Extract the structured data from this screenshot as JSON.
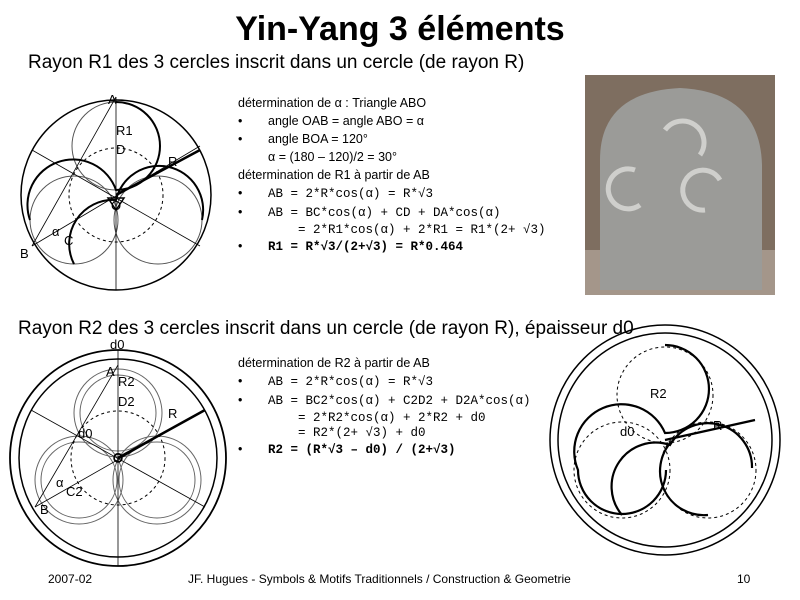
{
  "title": "Yin-Yang 3 éléments",
  "section1": {
    "subtitle": "Rayon R1 des 3 cercles inscrit dans un cercle (de rayon R)",
    "lines": [
      "détermination de α : Triangle ABO",
      "angle OAB = angle ABO = α",
      "angle BOA = 120°",
      "α = (180 – 120)/2 = 30°",
      "détermination de R1 à partir de AB",
      "AB = 2*R*cos(α) = R*√3",
      "AB = BC*cos(α) + CD + DA*cos(α)",
      "= 2*R1*cos(α) + 2*R1 = R1*(2+ √3)",
      "R1 = R*√3/(2+√3) = R*0.464"
    ],
    "labels": {
      "A": "A",
      "R1": "R1",
      "D": "D",
      "R": "R",
      "O": "O",
      "alpha": "α",
      "C": "C",
      "B": "B"
    }
  },
  "section2": {
    "subtitle": "Rayon R2 des 3 cercles inscrit dans un cercle (de rayon R), épaisseur d0",
    "lines": [
      "détermination de R2 à partir de AB",
      "AB = 2*R*cos(α) = R*√3",
      "AB = BC2*cos(α) + C2D2 + D2A*cos(α)",
      "= 2*R2*cos(α) + 2*R2 + d0",
      "= R2*(2+ √3) + d0",
      "R2 = (R*√3 – d0) / (2+√3)"
    ],
    "labels": {
      "d0top": "d0",
      "A": "A",
      "R2": "R2",
      "D2": "D2",
      "R": "R",
      "d0": "d0",
      "O": "O",
      "alpha": "α",
      "C2": "C2",
      "B": "B"
    },
    "right_labels": {
      "R2": "R2",
      "d0": "d0",
      "R": "R"
    }
  },
  "footer": {
    "date": "2007-02",
    "credit": "JF. Hugues - Symbols & Motifs Traditionnels / Construction & Geometrie",
    "page": "10"
  },
  "photo": {
    "bg": "#8a7a6a",
    "stone": "#9a9a96"
  }
}
